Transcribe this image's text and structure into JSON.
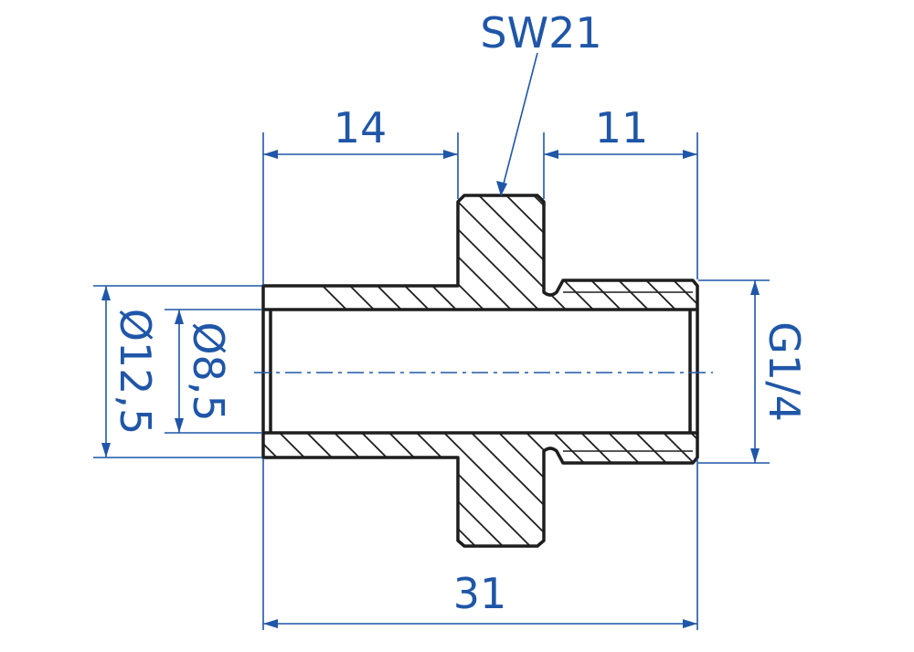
{
  "colors": {
    "dimension": "#1f56a8",
    "outline": "#1e1e1e",
    "background": "#ffffff"
  },
  "dimensions": {
    "wrench_size": "SW21",
    "left_length": "14",
    "right_length": "11",
    "outer_diameter": "Ø12,5",
    "bore_diameter": "Ø8,5",
    "thread": "G1/4",
    "total_length": "31"
  }
}
